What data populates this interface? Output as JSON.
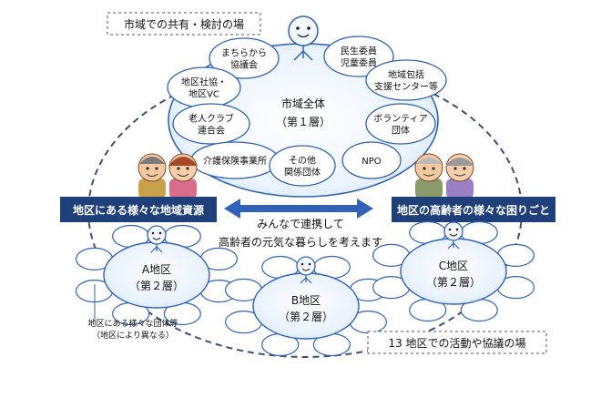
{
  "top_box": "市域での共有・検討の場",
  "city_ellipse": {
    "line1": "市域全体",
    "line2": "（第１層）"
  },
  "city_groups": [
    {
      "lines": [
        "まちらから",
        "協議会"
      ]
    },
    {
      "lines": [
        "民生委員",
        "児童委員"
      ]
    },
    {
      "lines": [
        "地区社協・",
        "地区VC"
      ]
    },
    {
      "lines": [
        "地域包括",
        "支援センター等"
      ]
    },
    {
      "lines": [
        "老人クラブ",
        "連合会"
      ]
    },
    {
      "lines": [
        "ボランティア",
        "団体"
      ]
    },
    {
      "lines": [
        "介護保険事業所"
      ]
    },
    {
      "lines": [
        "その他",
        "関係団体"
      ]
    },
    {
      "lines": [
        "NPO"
      ]
    }
  ],
  "left_banner": "地区にある様々な地域資源",
  "right_banner": "地区の高齢者の様々な困りごと",
  "center_text": {
    "line1": "みんなで連携して",
    "line2": "高齢者の元気な暮らしを考えます"
  },
  "districts": [
    {
      "name": "A地区",
      "layer": "（第２層）"
    },
    {
      "name": "B地区",
      "layer": "（第２層）"
    },
    {
      "name": "C地区",
      "layer": "（第２層）"
    }
  ],
  "note": {
    "line1": "地区にある様々な団体等",
    "line2": "（地区により異なる）"
  },
  "bottom_box": "13 地区での活動や協議の場",
  "colors": {
    "navy": "#1f3f7a",
    "blue_border": "#2f62b8",
    "dash": "#3d4f7a",
    "bubble_fill": "#eaf3ff"
  }
}
